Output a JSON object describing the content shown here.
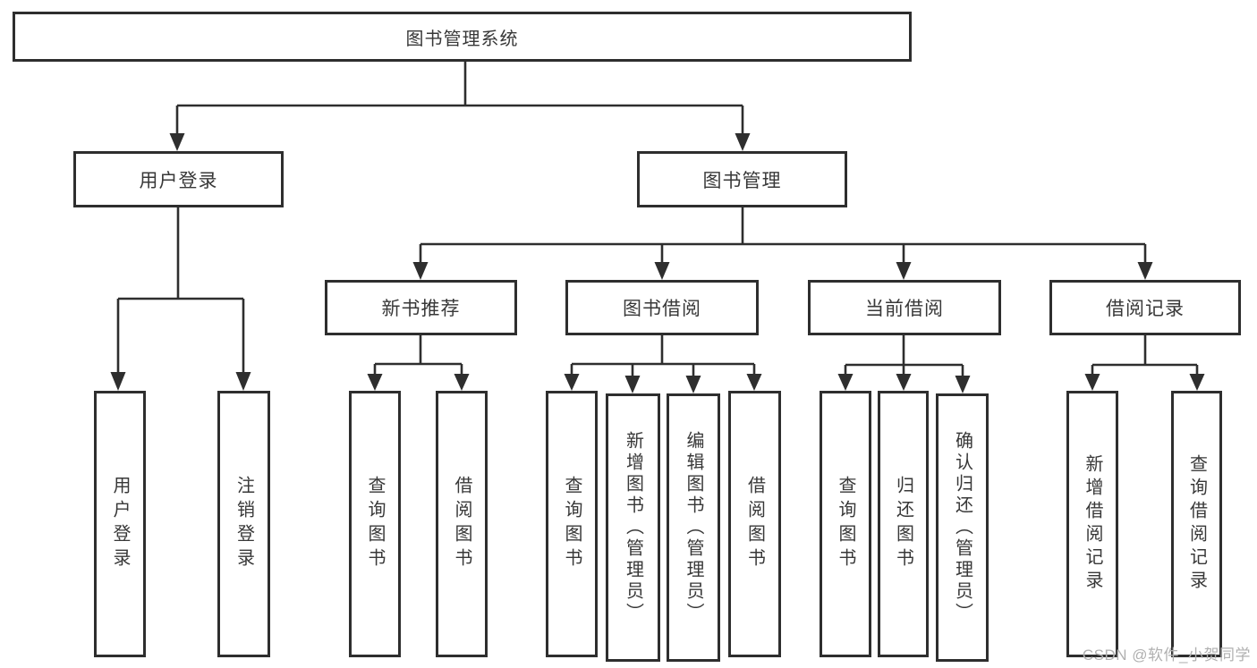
{
  "diagram": {
    "root": "图书管理系统",
    "level2": [
      {
        "label": "用户登录",
        "children": [
          "用户登录",
          "注销登录"
        ]
      },
      {
        "label": "图书管理"
      }
    ],
    "level3": [
      {
        "label": "新书推荐",
        "children": [
          "查询图书",
          "借阅图书"
        ]
      },
      {
        "label": "图书借阅",
        "children": [
          "查询图书",
          "新增图书（管理员）",
          "编辑图书（管理员）",
          "借阅图书"
        ]
      },
      {
        "label": "当前借阅",
        "children": [
          "查询图书",
          "归还图书",
          "确认归还（管理员）"
        ]
      },
      {
        "label": "借阅记录",
        "children": [
          "新增借阅记录",
          "查询借阅记录"
        ]
      }
    ]
  },
  "watermark": {
    "text": "CSDN @软件_小贺同学"
  },
  "colors": {
    "line": "#2e2e2e",
    "text": "#383838",
    "box_bg": "#ffffff",
    "watermark": "#b0b0b0"
  }
}
